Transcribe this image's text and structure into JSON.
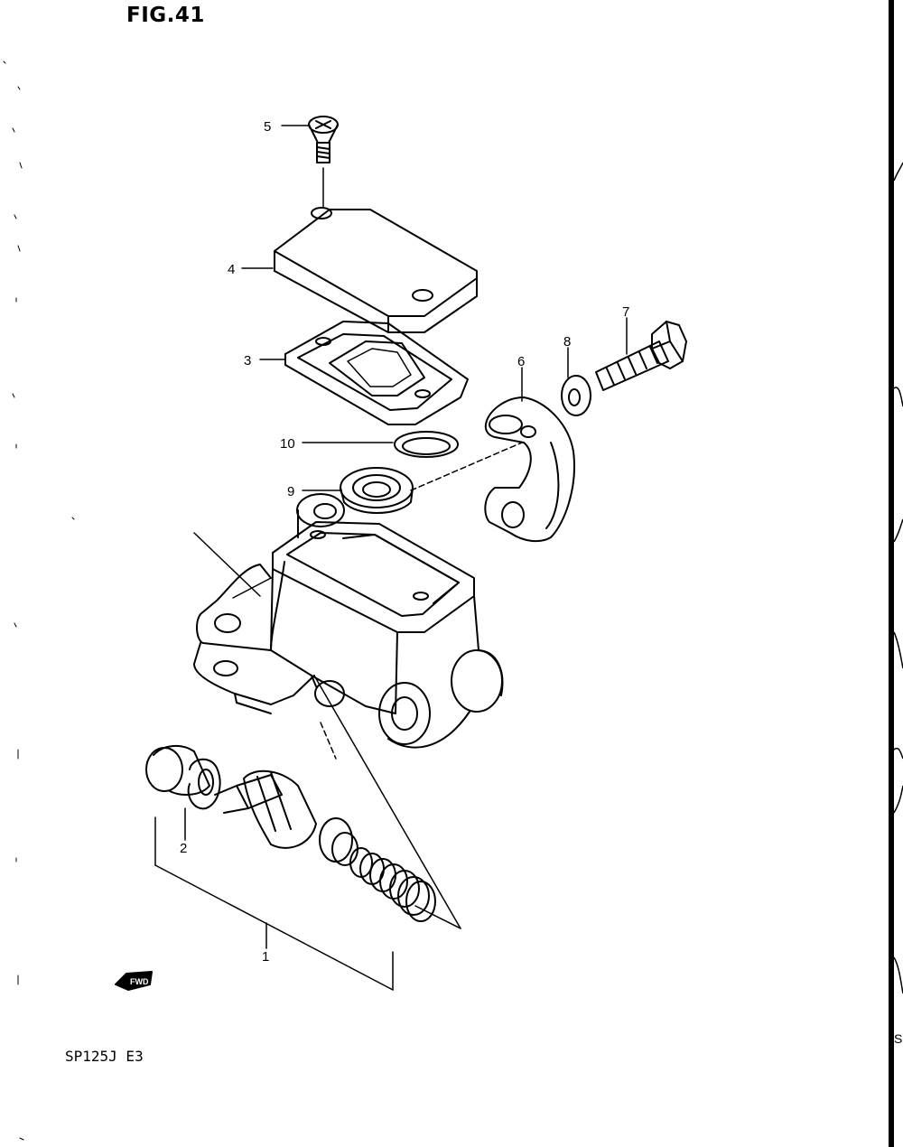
{
  "figure": {
    "title": "FIG.41",
    "model_code": "SP125J  E3",
    "fwd_label": "FWD",
    "right_edge_letter": "S"
  },
  "callouts": [
    {
      "id": "1",
      "label": "1"
    },
    {
      "id": "2",
      "label": "2"
    },
    {
      "id": "3",
      "label": "3"
    },
    {
      "id": "4",
      "label": "4"
    },
    {
      "id": "5",
      "label": "5"
    },
    {
      "id": "6",
      "label": "6"
    },
    {
      "id": "7",
      "label": "7"
    },
    {
      "id": "8",
      "label": "8"
    },
    {
      "id": "9",
      "label": "9"
    },
    {
      "id": "10",
      "label": "10"
    }
  ],
  "colors": {
    "ink": "#000000",
    "paper": "#ffffff"
  }
}
